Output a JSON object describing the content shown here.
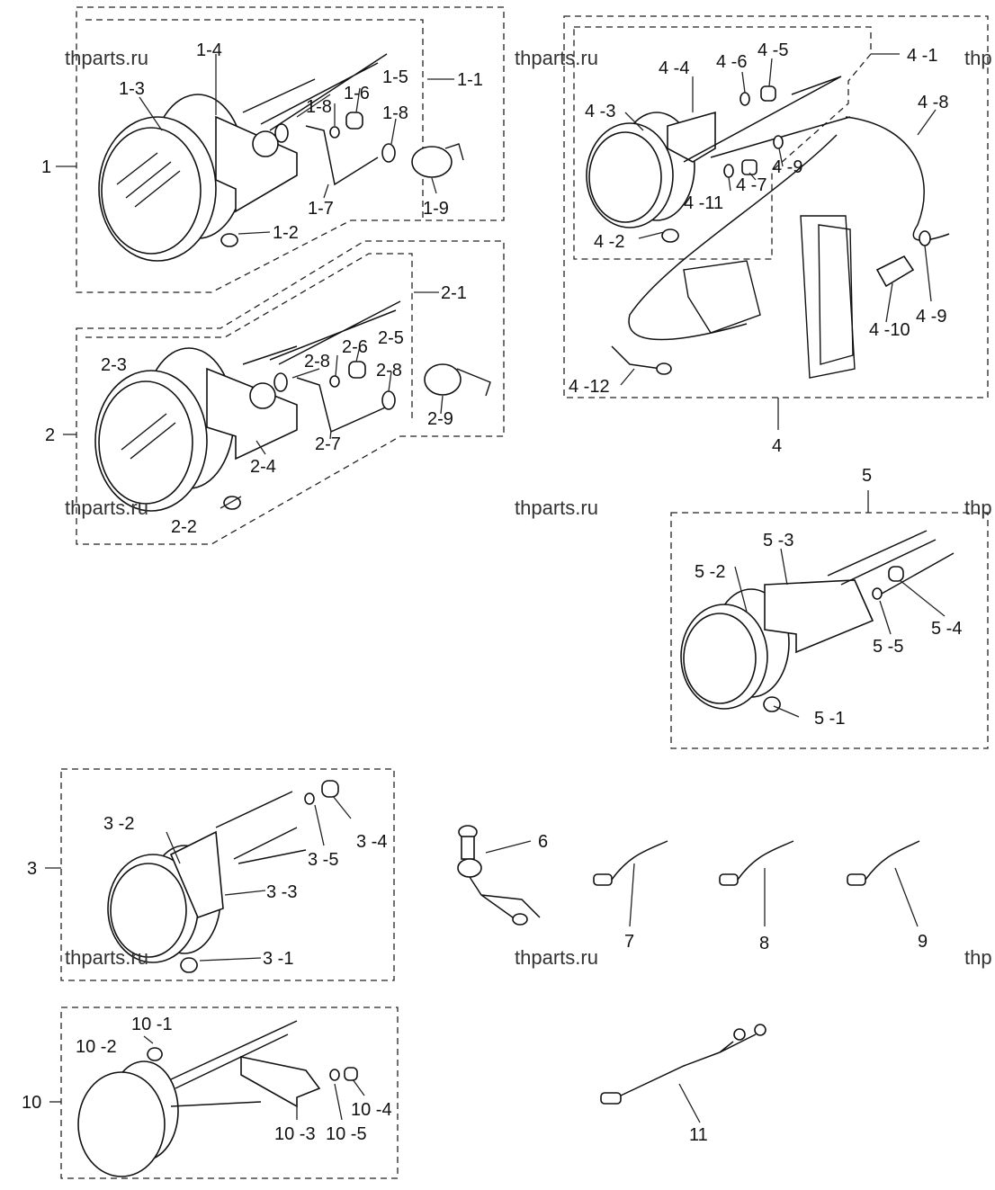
{
  "watermarks": [
    "thparts.ru",
    "thparts.ru",
    "thparts.ru",
    "thparts.ru",
    "thparts.ru",
    "thp",
    "thp",
    "thp"
  ],
  "group_labels": {
    "g1": "1",
    "g2": "2",
    "g3": "3",
    "g4": "4",
    "g5": "5",
    "g10": "10"
  },
  "part_labels": {
    "p1_1": "1-1",
    "p1_2": "1-2",
    "p1_3": "1-3",
    "p1_4": "1-4",
    "p1_5": "1-5",
    "p1_6": "1-6",
    "p1_7": "1-7",
    "p1_8a": "1-8",
    "p1_8b": "1-8",
    "p1_9": "1-9",
    "p2_1": "2-1",
    "p2_2": "2-2",
    "p2_3": "2-3",
    "p2_4": "2-4",
    "p2_5": "2-5",
    "p2_6": "2-6",
    "p2_7": "2-7",
    "p2_8a": "2-8",
    "p2_8b": "2-8",
    "p2_9": "2-9",
    "p3_1": "3 -1",
    "p3_2": "3 -2",
    "p3_3": "3 -3",
    "p3_4": "3 -4",
    "p3_5": "3 -5",
    "p4_1": "4 -1",
    "p4_2": "4 -2",
    "p4_3": "4 -3",
    "p4_4": "4 -4",
    "p4_5": "4 -5",
    "p4_6": "4 -6",
    "p4_7": "4 -7",
    "p4_8": "4 -8",
    "p4_9a": "4 -9",
    "p4_9b": "4 -9",
    "p4_10": "4 -10",
    "p4_11": "4 -11",
    "p4_12": "4 -12",
    "p5_1": "5 -1",
    "p5_2": "5 -2",
    "p5_3": "5 -3",
    "p5_4": "5 -4",
    "p5_5": "5 -5",
    "p6": "6",
    "p7": "7",
    "p8": "8",
    "p9": "9",
    "p11": "11",
    "p10_1": "10 -1",
    "p10_2": "10 -2",
    "p10_3": "10 -3",
    "p10_4": "10 -4",
    "p10_5": "10 -5"
  }
}
